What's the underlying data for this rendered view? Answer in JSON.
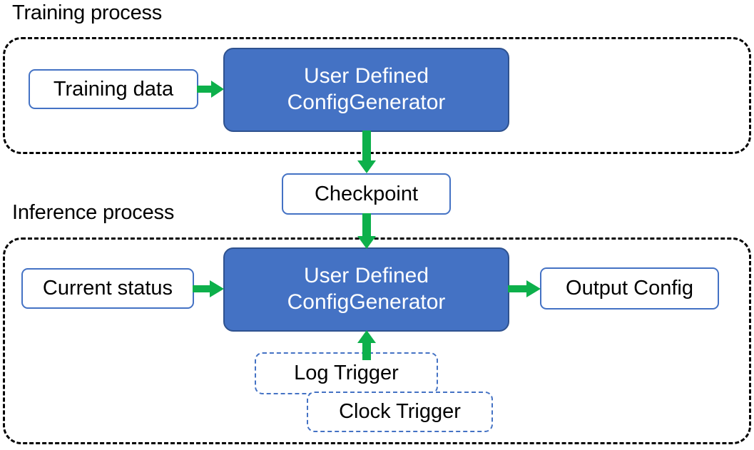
{
  "diagram": {
    "title_training": "Training process",
    "title_inference": "Inference process",
    "colors": {
      "process_fill": "#4472C4",
      "process_border": "#2F528F",
      "node_border": "#4472C4",
      "arrow": "#0DB04B",
      "container_border": "#000000",
      "text_dark": "#000000",
      "text_light": "#FFFFFF"
    },
    "training": {
      "nodes": {
        "training_data": "Training data",
        "generator_line1": "User Defined",
        "generator_line2": "ConfigGenerator"
      }
    },
    "checkpoint": {
      "label": "Checkpoint"
    },
    "inference": {
      "nodes": {
        "current_status": "Current status",
        "generator_line1": "User Defined",
        "generator_line2": "ConfigGenerator",
        "output_config": "Output Config",
        "log_trigger": "Log Trigger",
        "clock_trigger": "Clock Trigger"
      }
    },
    "edges": [
      {
        "name": "training-data-to-generator",
        "from": "Training data",
        "to": "User Defined ConfigGenerator",
        "direction": "right"
      },
      {
        "name": "generator-to-checkpoint",
        "from": "User Defined ConfigGenerator",
        "to": "Checkpoint",
        "direction": "down"
      },
      {
        "name": "checkpoint-to-generator",
        "from": "Checkpoint",
        "to": "User Defined ConfigGenerator",
        "direction": "down"
      },
      {
        "name": "current-status-to-generator",
        "from": "Current status",
        "to": "User Defined ConfigGenerator",
        "direction": "right"
      },
      {
        "name": "generator-to-output",
        "from": "User Defined ConfigGenerator",
        "to": "Output Config",
        "direction": "right"
      },
      {
        "name": "triggers-to-generator",
        "from": "Log Trigger / Clock Trigger",
        "to": "User Defined ConfigGenerator",
        "direction": "up"
      }
    ]
  }
}
